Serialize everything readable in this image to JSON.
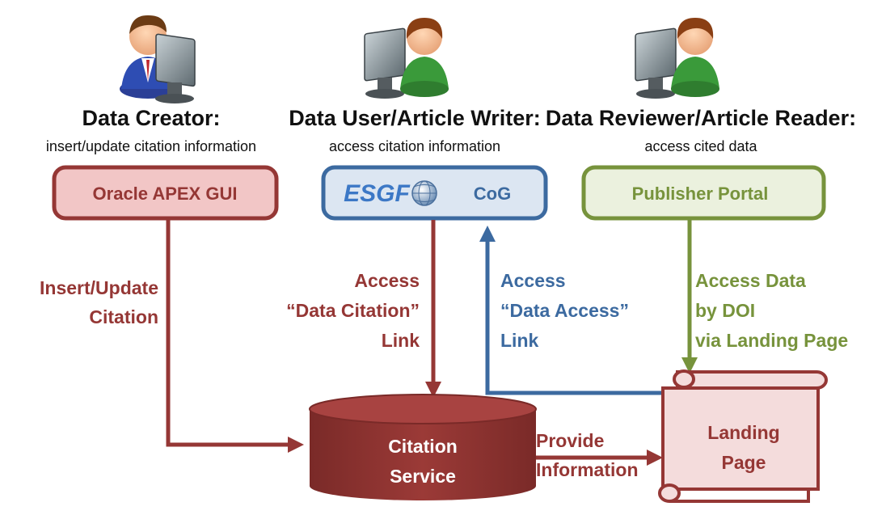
{
  "roles": [
    {
      "title": "Data Creator:",
      "description": "insert/update citation information"
    },
    {
      "title": "Data User/Article Writer:",
      "description": "access citation information"
    },
    {
      "title": "Data Reviewer/Article Reader:",
      "description": "access cited data"
    }
  ],
  "boxes": {
    "apex": "Oracle APEX GUI",
    "esgf_logo": "ESGF",
    "cog": "CoG",
    "publisher": "Publisher Portal"
  },
  "flows": {
    "insert_update": [
      "Insert/Update",
      "Citation"
    ],
    "access_citation": [
      "Access",
      "“Data Citation”",
      "Link"
    ],
    "access_data_access": [
      "Access",
      "“Data Access”",
      "Link"
    ],
    "access_data_doi": [
      "Access Data",
      "by DOI",
      "via Landing Page"
    ],
    "provide": [
      "Provide",
      "Information"
    ]
  },
  "citation_service": [
    "Citation",
    "Service"
  ],
  "landing_page": [
    "Landing",
    "Page"
  ],
  "icons": [
    "user-at-computer-icon",
    "globe-icon",
    "scroll-icon",
    "database-cylinder-icon"
  ],
  "colors": {
    "red": "#953735",
    "red_fill": "#f2c6c6",
    "blue": "#3c6aa0",
    "blue_fill": "#dce6f2",
    "green": "#77933c",
    "green_fill": "#ebf1de",
    "scroll_fill": "#f4dcdc"
  }
}
